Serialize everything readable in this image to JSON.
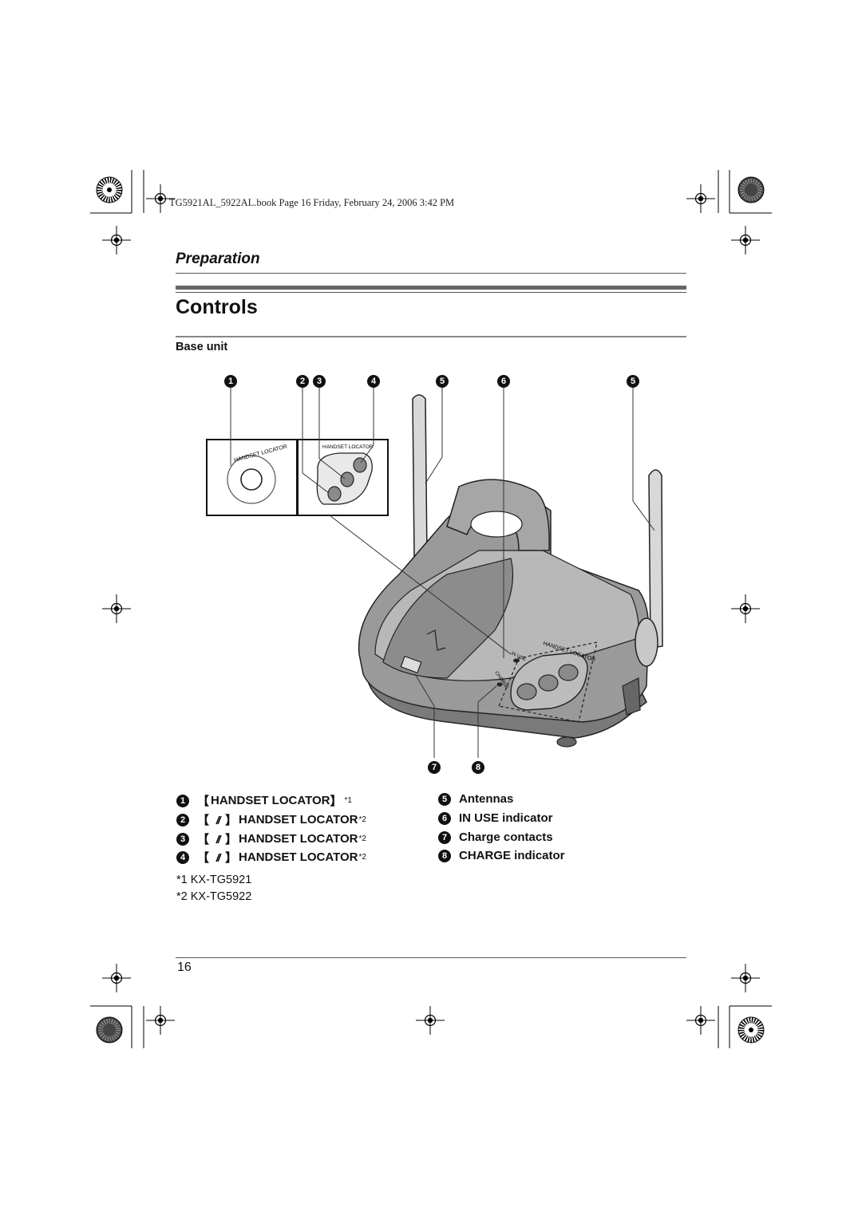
{
  "print_header": "TG5921AL_5922AL.book  Page 16  Friday, February 24, 2006  3:42 PM",
  "section": "Preparation",
  "title": "Controls",
  "subheading": "Base unit",
  "callout_numbers": [
    "1",
    "2",
    "3",
    "4",
    "5",
    "6",
    "5",
    "7",
    "8"
  ],
  "figure": {
    "inset_left_label": "HANDSET LOCATOR",
    "inset_right_label": "HANDSET LOCATOR",
    "in_use_label": "IN USE",
    "charge_label": "CHARGE",
    "panel_label": "HANDSET LOCATOR"
  },
  "legend_left": [
    {
      "num": "1",
      "prefix": "",
      "label": "HANDSET LOCATOR",
      "note": "*1"
    },
    {
      "num": "2",
      "prefix": "handset",
      "label": "HANDSET LOCATOR",
      "note": "*2"
    },
    {
      "num": "3",
      "prefix": "handset",
      "label": "HANDSET LOCATOR",
      "note": "*2"
    },
    {
      "num": "4",
      "prefix": "handset",
      "label": "HANDSET LOCATOR",
      "note": "*2"
    }
  ],
  "legend_right": [
    {
      "num": "5",
      "label": "Antennas"
    },
    {
      "num": "6",
      "label": "IN USE indicator"
    },
    {
      "num": "7",
      "label": "Charge contacts"
    },
    {
      "num": "8",
      "label": "CHARGE indicator"
    }
  ],
  "footnotes": [
    "*1 KX-TG5921",
    "*2 KX-TG5922"
  ],
  "page_number": "16",
  "icons": {
    "registration_mark": "crosshair-circle-icon",
    "handset_key": "handset-icon"
  }
}
